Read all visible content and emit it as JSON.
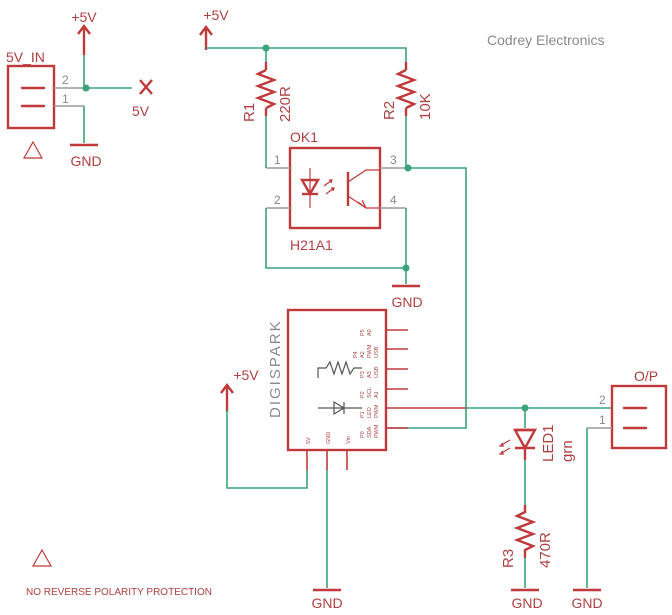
{
  "company": "Codrey Electronics",
  "power_in": {
    "name": "5V_IN",
    "supply_label": "+5V",
    "pin_2": "2",
    "pin_1": "1",
    "out_label": "5V",
    "gnd_label": "GND"
  },
  "rail_label": "+5V",
  "r1": {
    "name": "R1",
    "value": "220R"
  },
  "r2": {
    "name": "R2",
    "value": "10K"
  },
  "optocoupler": {
    "name": "OK1",
    "part": "H21A1",
    "pin_1": "1",
    "pin_2": "2",
    "pin_3": "3",
    "pin_4": "4",
    "gnd_label": "GND"
  },
  "digispark": {
    "name": "DIGISPARK",
    "supply_label": "+5V",
    "top_pins": [
      [
        "P5",
        "A0",
        ""
      ],
      [
        "P4",
        "A2",
        "PWM",
        "USB"
      ],
      [
        "P3",
        "A3",
        "USB"
      ],
      [
        "P2",
        "SCL",
        "A1"
      ],
      [
        "P1",
        "LED",
        "PWM"
      ],
      [
        "P0",
        "SDA",
        "PWM"
      ]
    ],
    "bottom_pins": [
      "5V",
      "GND",
      "Vin"
    ],
    "gnd_label": "GND"
  },
  "led1": {
    "name": "LED1",
    "color": "grn"
  },
  "r3": {
    "name": "R3",
    "value": "470R",
    "gnd_label": "GND"
  },
  "output": {
    "name": "O/P",
    "pin_2": "2",
    "pin_1": "1",
    "gnd_label": "GND"
  },
  "note": "NO REVERSE POLARITY PROTECTION"
}
